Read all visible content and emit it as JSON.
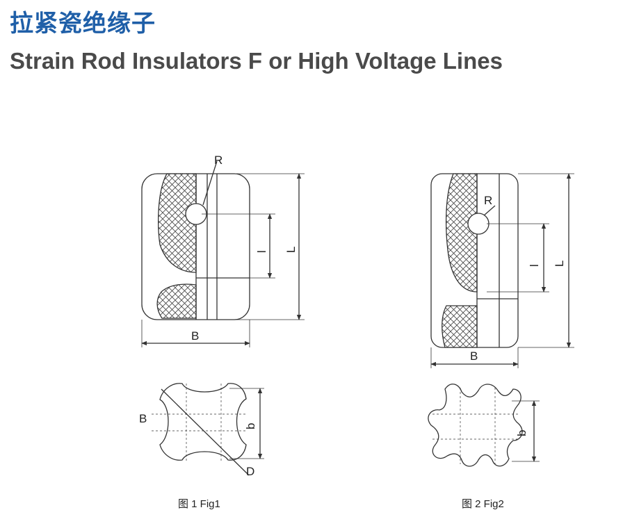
{
  "header": {
    "title_cn": "拉紧瓷绝缘子",
    "title_en": "Strain Rod Insulators F or High Voltage Lines"
  },
  "figure1": {
    "label_R": "R",
    "label_L": "L",
    "label_l": "l",
    "label_B_side": "B",
    "label_B_section": "B",
    "label_b": "b",
    "label_D": "D",
    "caption": "图 1   Fig1"
  },
  "figure2": {
    "label_R": "R",
    "label_L": "L",
    "label_l": "l",
    "label_B_side": "B",
    "label_b": "b",
    "caption": "图 2   Fig2"
  },
  "colors": {
    "title_cn": "#1f5fa8",
    "title_en": "#4a4a4a",
    "line": "#333333"
  }
}
